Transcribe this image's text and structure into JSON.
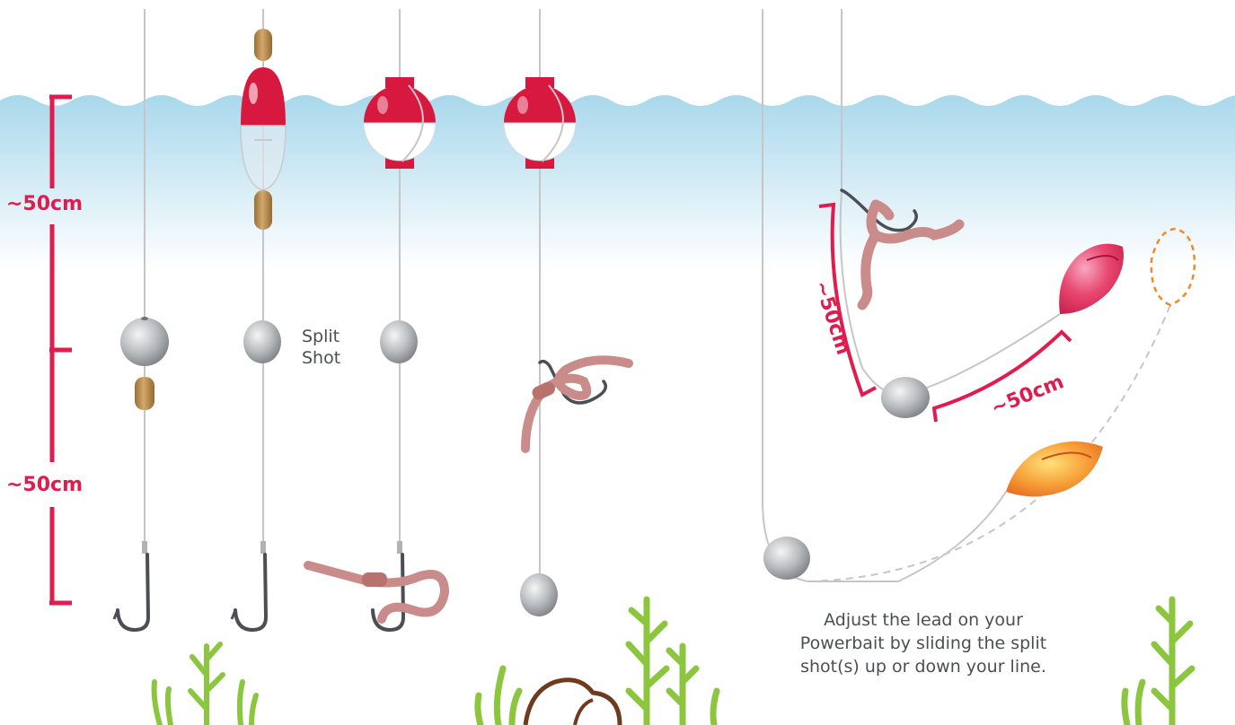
{
  "labels": {
    "measure_top": "~50cm",
    "measure_bottom": "~50cm",
    "leader_hook": "~50cm",
    "leader_bait": "~50cm",
    "split_shot_line1": "Split",
    "split_shot_line2": "Shot"
  },
  "caption": {
    "line1": "Adjust the lead on your",
    "line2": "Powerbait by sliding the split",
    "line3": "shot(s) up or down your line."
  },
  "colors": {
    "water_top": "#a9d8ec",
    "water_bottom": "#ffffff",
    "measure": "#e01c4f",
    "bobber_red": "#d7183f",
    "line": "#c4c6c8",
    "sinker": "#a5a8ab",
    "bead": "#b68a4f",
    "worm": "#c98c8a",
    "hook": "#4b4f55",
    "weed": "#8cc63f",
    "powerbait_pink": "#e33f6d",
    "powerbait_orange": "#f08a2a",
    "rock": "#6e3b1e",
    "caption_text": "#4a4f54"
  },
  "icons": [
    "float-bobber-icon",
    "round-bobber-icon",
    "split-shot-icon",
    "hook-icon",
    "worm-icon",
    "powerbait-icon",
    "weed-icon",
    "rock-icon"
  ]
}
